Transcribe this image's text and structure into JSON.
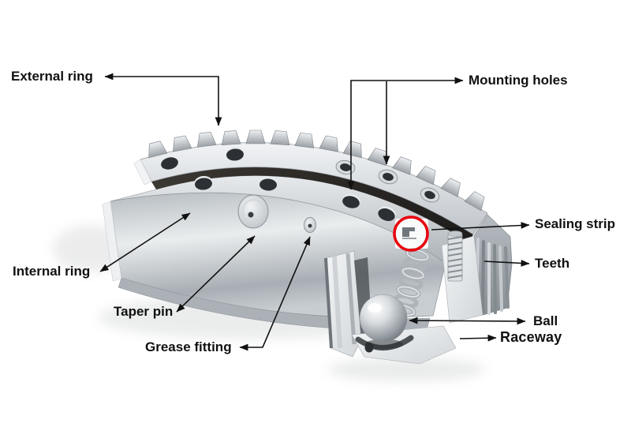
{
  "diagram": {
    "background_color": "#ffffff",
    "line_color": "#111111",
    "highlight_color": "#e8000d",
    "labels": {
      "external_ring": "External ring",
      "mounting_holes": "Mounting holes",
      "sealing_strip": "Sealing strip",
      "teeth": "Teeth",
      "ball": "Ball",
      "raceway": "Raceway",
      "internal_ring": "Internal ring",
      "taper_pin": "Taper pin",
      "grease_fitting": "Grease fitting"
    }
  }
}
